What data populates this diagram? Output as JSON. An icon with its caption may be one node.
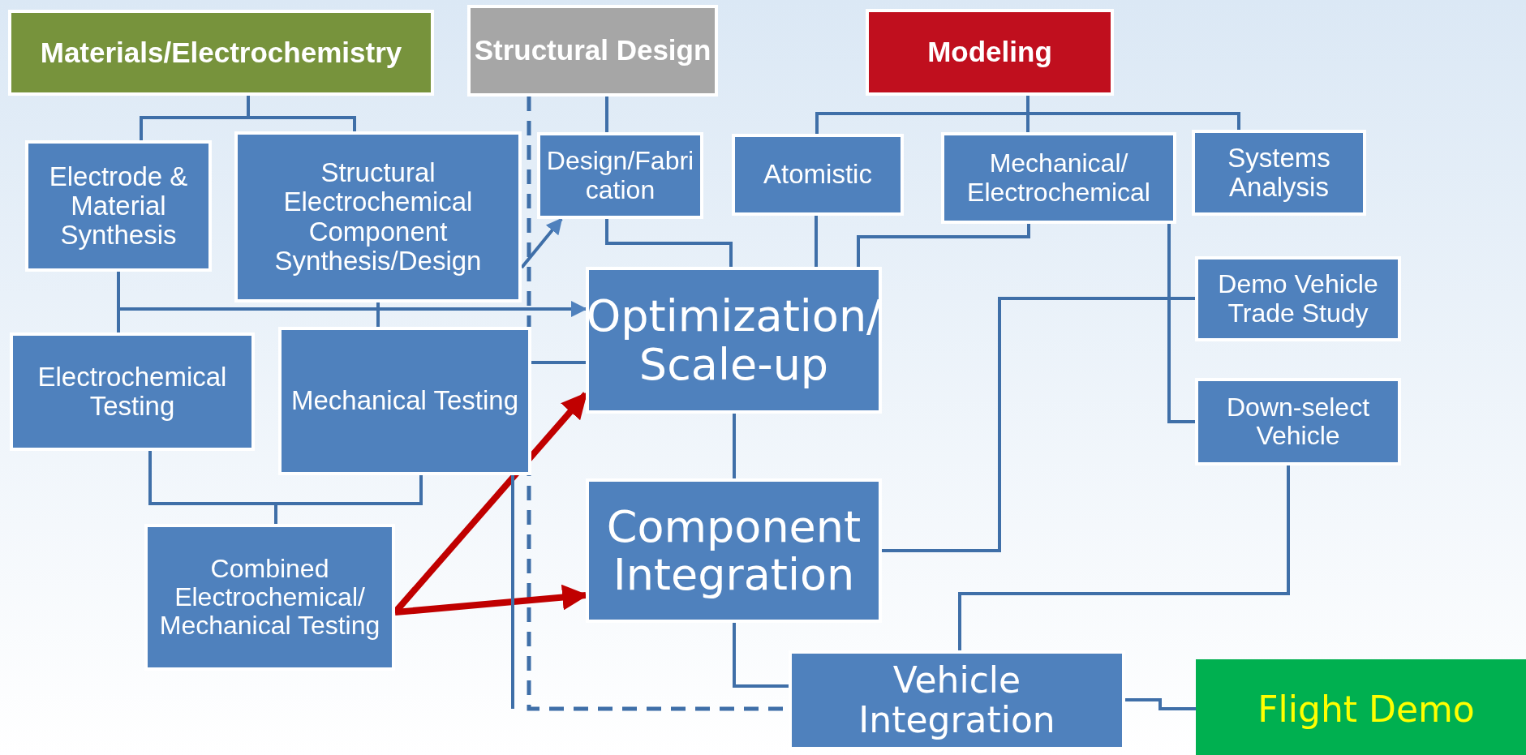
{
  "diagram": {
    "nodes": [
      {
        "text": [
          "Materials/Electrochemistry"
        ]
      },
      {
        "text": [
          "Structural Design"
        ]
      },
      {
        "text": [
          "Modeling"
        ]
      },
      {
        "text": [
          "Electrode & Material Synthesis"
        ]
      },
      {
        "text": [
          "Structural Electrochemical Component Synthesis/Design"
        ]
      },
      {
        "text": [
          "Design/Fabrication"
        ]
      },
      {
        "text": [
          "Atomistic"
        ]
      },
      {
        "text": [
          "Mechanical/ Electrochemical"
        ]
      },
      {
        "text": [
          "Systems Analysis"
        ]
      },
      {
        "text": [
          "Optimization/ Scale-up"
        ]
      },
      {
        "text": [
          "Electrochemical Testing"
        ]
      },
      {
        "text": [
          "Mechanical Testing"
        ]
      },
      {
        "text": [
          "Demo Vehicle Trade Study"
        ]
      },
      {
        "text": [
          "Down-select Vehicle"
        ]
      },
      {
        "text": [
          "Component Integration"
        ]
      },
      {
        "text": [
          "Combined Electrochemical/ Mechanical Testing"
        ]
      },
      {
        "text": [
          "Vehicle Integration"
        ]
      },
      {
        "text": [
          "Flight Demo"
        ]
      }
    ],
    "edges": [
      {
        "from": 0,
        "to": 3,
        "arrow": "none"
      },
      {
        "from": 0,
        "to": 4,
        "arrow": "none"
      },
      {
        "from": 1,
        "to": 5,
        "arrow": "none"
      },
      {
        "from": 1,
        "to": 16,
        "arrow": "none",
        "style": "dashed"
      },
      {
        "from": 2,
        "to": 6,
        "arrow": "none"
      },
      {
        "from": 2,
        "to": 7,
        "arrow": "none"
      },
      {
        "from": 2,
        "to": 8,
        "arrow": "none"
      },
      {
        "from": 4,
        "to": 5,
        "arrow": "to"
      },
      {
        "from": 5,
        "to": 9,
        "arrow": "none"
      },
      {
        "from": 3,
        "to": 9,
        "arrow": "to"
      },
      {
        "from": 3,
        "to": 10,
        "arrow": "none"
      },
      {
        "from": 4,
        "to": 11,
        "arrow": "none"
      },
      {
        "from": 6,
        "to": 9,
        "arrow": "none"
      },
      {
        "from": 7,
        "to": 9,
        "arrow": "none"
      },
      {
        "from": 7,
        "to": 13,
        "arrow": "none"
      },
      {
        "from": 10,
        "to": 15,
        "arrow": "none"
      },
      {
        "from": 11,
        "to": 15,
        "arrow": "none"
      },
      {
        "from": 15,
        "to": 9,
        "arrow": "to",
        "style": "thick",
        "color": "#c00000"
      },
      {
        "from": 15,
        "to": 14,
        "arrow": "to",
        "style": "thick",
        "color": "#c00000"
      },
      {
        "from": 9,
        "to": 14,
        "arrow": "none"
      },
      {
        "from": 14,
        "to": 12,
        "arrow": "none"
      },
      {
        "from": 14,
        "to": 16,
        "arrow": "none"
      },
      {
        "from": 13,
        "to": 16,
        "arrow": "none"
      },
      {
        "from": 9,
        "to": null,
        "arrow": "none"
      },
      {
        "from": 16,
        "to": 17,
        "arrow": "none"
      }
    ]
  }
}
